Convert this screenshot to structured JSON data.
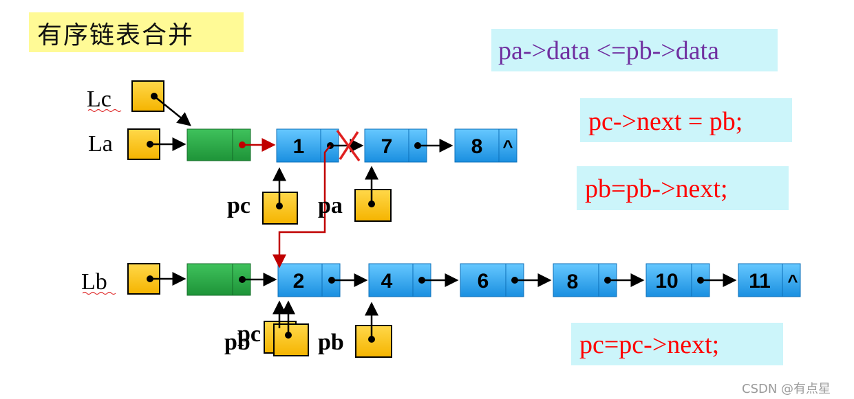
{
  "title": "有序链表合并",
  "conditions": {
    "compare": "pa->data <=pb->data",
    "link": "pc->next = pb;",
    "advance_pb": "pb=pb->next;",
    "advance_pc": "pc=pc->next;"
  },
  "list_a": {
    "head_label": "La",
    "nodes": [
      "1",
      "7",
      "8"
    ],
    "null_marker": "^"
  },
  "list_c": {
    "head_label": "Lc"
  },
  "list_b": {
    "head_label": "Lb",
    "nodes": [
      "2",
      "4",
      "6",
      "8",
      "10",
      "11"
    ],
    "null_marker": "^"
  },
  "pointers": {
    "pc_top": "pc",
    "pa": "pa",
    "pb_old": "pb",
    "pc_overlap": "pc",
    "pb": "pb"
  },
  "watermark": "CSDN @有点星",
  "colors": {
    "title_bg": "#fffa96",
    "condition_bg": "#ccf5fa",
    "compare_text": "#7030a0",
    "assign_text": "#ff0000",
    "node_blue": "#2ea7ef",
    "head_green": "#27a844",
    "pointer_yellow": "#ffc000",
    "red_link": "#c00000"
  }
}
